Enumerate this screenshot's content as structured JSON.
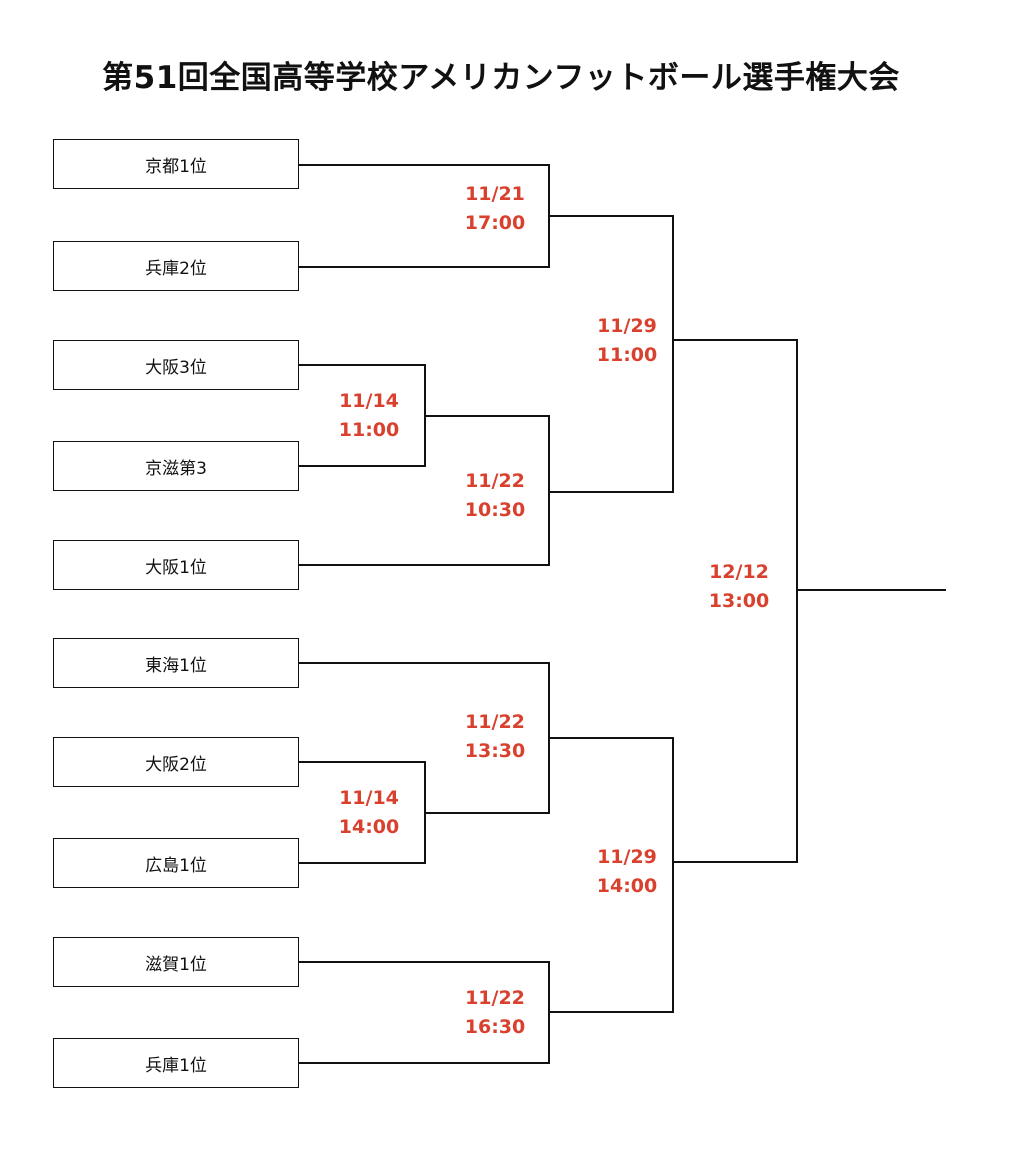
{
  "title": "第51回全国高等学校アメリカンフットボール選手権大会",
  "accent_color": "#d9402e",
  "teams": [
    "京都1位",
    "兵庫2位",
    "大阪3位",
    "京滋第3",
    "大阪1位",
    "東海1位",
    "大阪2位",
    "広島1位",
    "滋賀1位",
    "兵庫1位"
  ],
  "matches": {
    "r1_top": {
      "date": "11/14",
      "time": "11:00"
    },
    "r1_bottom": {
      "date": "11/14",
      "time": "14:00"
    },
    "r2_a": {
      "date": "11/21",
      "time": "17:00"
    },
    "r2_b": {
      "date": "11/22",
      "time": "10:30"
    },
    "r2_c": {
      "date": "11/22",
      "time": "13:30"
    },
    "r2_d": {
      "date": "11/22",
      "time": "16:30"
    },
    "semi_top": {
      "date": "11/29",
      "time": "11:00"
    },
    "semi_bottom": {
      "date": "11/29",
      "time": "14:00"
    },
    "final": {
      "date": "12/12",
      "time": "13:00"
    }
  }
}
